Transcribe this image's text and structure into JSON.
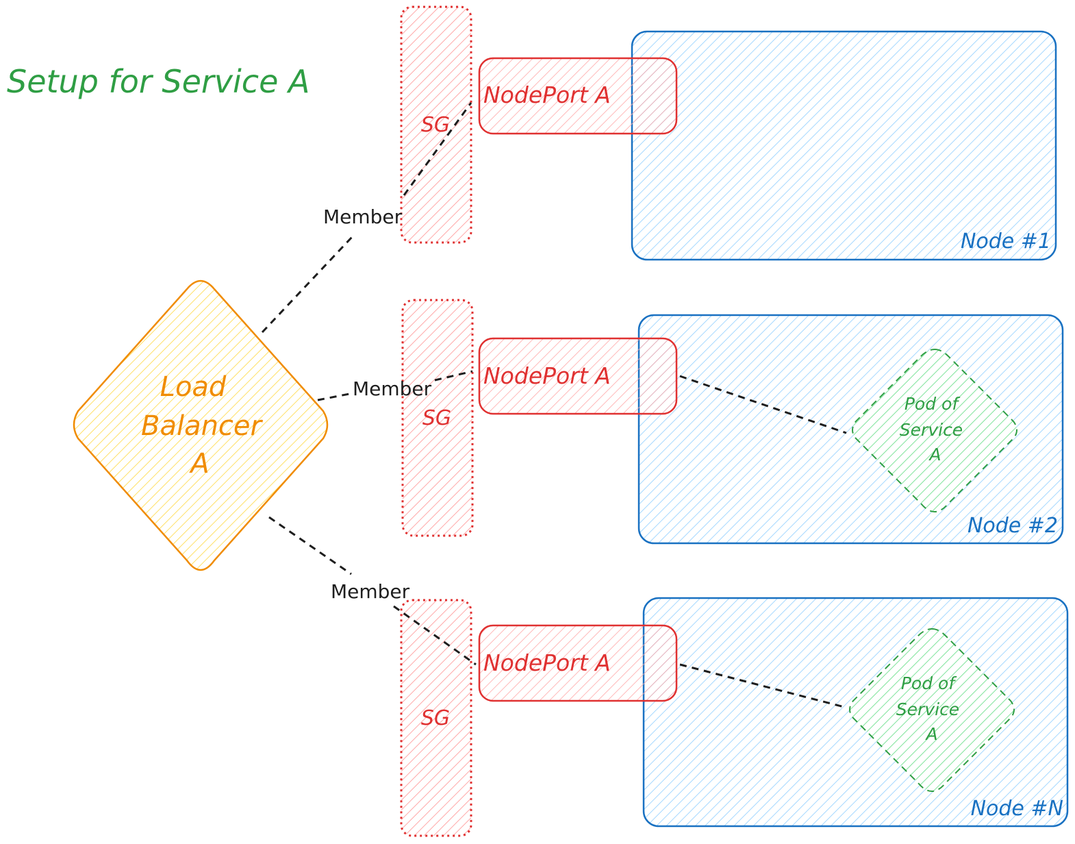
{
  "title": "Setup for Service A",
  "load_balancer": {
    "line1": "Load",
    "line2": "Balancer",
    "line3": "A"
  },
  "edge_label": "Member",
  "sg_label": "SG",
  "nodeport_label": "NodePort A",
  "nodes": [
    {
      "label": "Node #1"
    },
    {
      "label": "Node #2",
      "pod": {
        "line1": "Pod of",
        "line2": "Service",
        "line3": "A"
      }
    },
    {
      "label": "Node #N",
      "pod": {
        "line1": "Pod of",
        "line2": "Service",
        "line3": "A"
      }
    }
  ],
  "colors": {
    "title": "#2f9e44",
    "lb_stroke": "#f08c00",
    "lb_fill": "#ffec99",
    "sg_stroke": "#e03131",
    "sg_fill": "#ffc9c9",
    "node_stroke": "#1971c2",
    "node_fill": "#a5d8ff",
    "pod_stroke": "#2f9e44",
    "pod_fill": "#b2f2bb",
    "edge": "#1e1e1e"
  }
}
